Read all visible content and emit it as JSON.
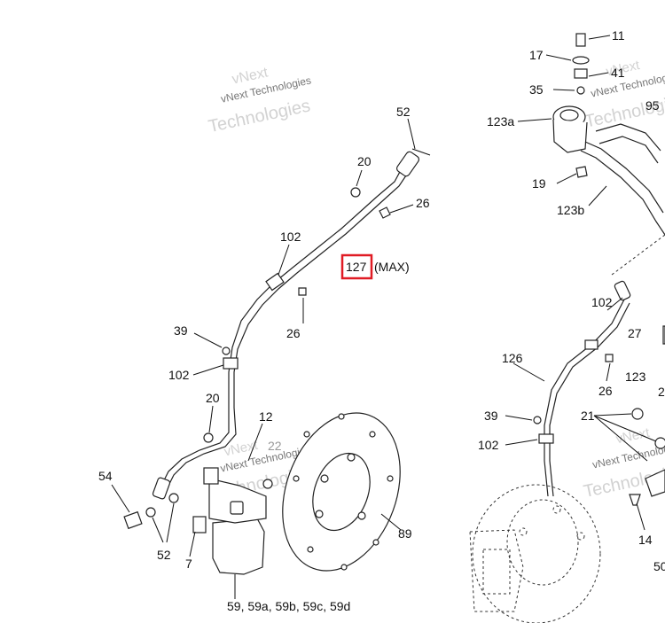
{
  "watermark": {
    "line1": "vNext",
    "line2": "vNext Technologies",
    "line3": "Technologies"
  },
  "callouts": {
    "c11": "11",
    "c17": "17",
    "c41": "41",
    "c35": "35",
    "c95": "95",
    "c123a": "123a",
    "c19": "19",
    "c123b": "123b",
    "c52_top": "52",
    "c20_top": "20",
    "c26_top": "26",
    "c102_top": "102",
    "c127": "127",
    "c127_max": "(MAX)",
    "c26_mid": "26",
    "c39_left": "39",
    "c102_left": "102",
    "c20_left": "20",
    "c12": "12",
    "c22": "22",
    "c54": "54",
    "c52_bot": "52",
    "c7": "7",
    "c89": "89",
    "c59": "59, 59a, 59b, 59c, 59d",
    "c102_right": "102",
    "c27": "27",
    "c126": "126",
    "c26_right": "26",
    "c123": "123",
    "c2": "2",
    "c39_right": "39",
    "c21": "21",
    "c102_right_low": "102",
    "c14": "14",
    "c50": "50"
  },
  "highlight": {
    "target": "127",
    "color": "#e01b24"
  }
}
